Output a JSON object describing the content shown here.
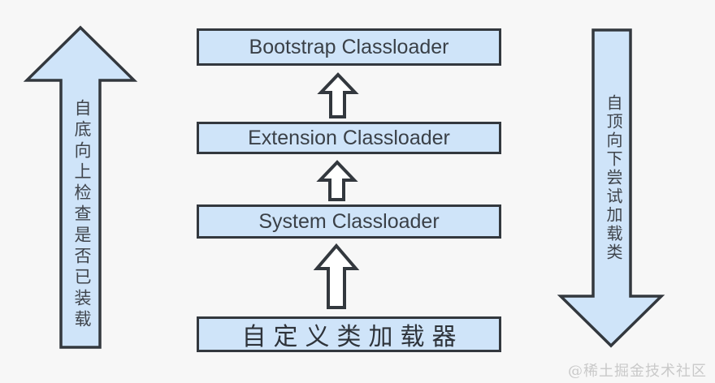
{
  "diagram": {
    "title_hint": "classloader-hierarchy",
    "boxes": [
      {
        "id": "bootstrap",
        "label": "Bootstrap Classloader"
      },
      {
        "id": "extension",
        "label": "Extension Classloader"
      },
      {
        "id": "system",
        "label": "System Classloader"
      },
      {
        "id": "custom",
        "label": "自定义类加载器"
      }
    ],
    "connector_arrows": [
      {
        "from": "extension",
        "to": "bootstrap",
        "direction": "up"
      },
      {
        "from": "system",
        "to": "extension",
        "direction": "up"
      },
      {
        "from": "custom",
        "to": "system",
        "direction": "up"
      }
    ],
    "left_arrow": {
      "direction": "up",
      "label": "自底向上检查是否已装载"
    },
    "right_arrow": {
      "direction": "down",
      "label": "自顶向下尝试加载类"
    }
  },
  "watermark": {
    "text": "@稀土掘金技术社区"
  },
  "colors": {
    "background": "#f7f7f7",
    "box_fill": "#cfe4f9",
    "box_border": "#33383e",
    "text": "#3a4047",
    "arrow_fill": "#ffffff",
    "watermark": "#c9c9c9"
  }
}
